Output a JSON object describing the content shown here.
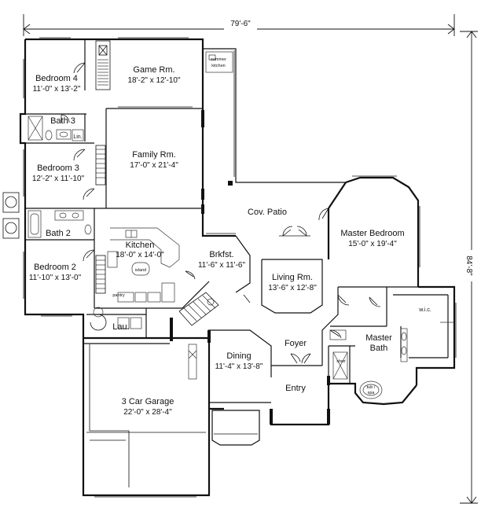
{
  "overall": {
    "width": "79'-6\"",
    "depth": "84'-8\""
  },
  "rooms": {
    "bedroom4": {
      "name": "Bedroom 4",
      "dim": "11'-0\" x 13'-2\""
    },
    "game": {
      "name": "Game Rm.",
      "dim": "18'-2\" x 12'-10\""
    },
    "summer": {
      "name1": "summer",
      "name2": "kitchen"
    },
    "bath3": {
      "name": "Bath 3",
      "lin": "Lin."
    },
    "family": {
      "name": "Family Rm.",
      "dim": "17'-0\" x 21'-4\""
    },
    "bedroom3": {
      "name": "Bedroom 3",
      "dim": "12'-2\" x 11'-10\""
    },
    "patio": {
      "name": "Cov. Patio"
    },
    "master": {
      "name": "Master Bedroom",
      "dim": "15'-0\" x 19'-4\""
    },
    "bath2": {
      "name": "Bath 2"
    },
    "kitchen": {
      "name": "Kitchen",
      "dim": "18'-0\" x 14'-0\"",
      "island": "island",
      "pantry": "pantry"
    },
    "bedroom2": {
      "name": "Bedroom 2",
      "dim": "11'-10\" x 13'-0\""
    },
    "brkfst": {
      "name": "Brkfst.",
      "dim": "11'-6\" x 11'-6\""
    },
    "living": {
      "name": "Living Rm.",
      "dim": "13'-6\" x 12'-8\""
    },
    "wic": {
      "name": "w.i.c."
    },
    "masterbath": {
      "name1": "Master",
      "name2": "Bath",
      "shwr": "shwr",
      "tub1": "tub /",
      "tub2": "spa"
    },
    "lau": {
      "name": "Lau."
    },
    "dining": {
      "name": "Dining",
      "dim": "11'-4\" x 13'-8\""
    },
    "foyer": {
      "name": "Foyer"
    },
    "entry": {
      "name": "Entry"
    },
    "garage": {
      "name": "3 Car Garage",
      "dim": "22'-0\" x 28'-4\""
    }
  }
}
